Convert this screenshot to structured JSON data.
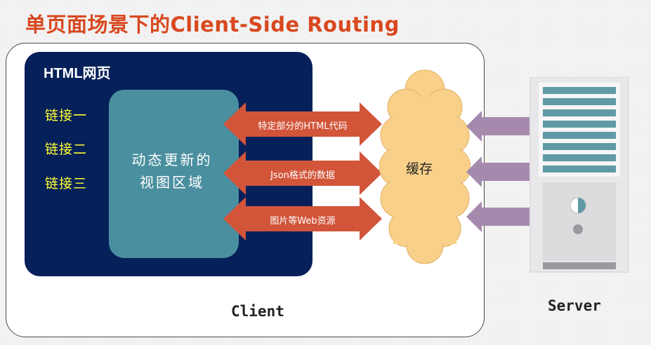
{
  "title": "单页面场景下的Client-Side Routing",
  "html_page": {
    "title": "HTML网页",
    "links": [
      "链接一",
      "链接二",
      "链接三"
    ],
    "dynamic_region": [
      "动态更新的",
      "视图区域"
    ]
  },
  "arrows": [
    {
      "label": "特定部分的HTML代码"
    },
    {
      "label": "Json格式的数据"
    },
    {
      "label": "图片等Web资源"
    }
  ],
  "cache": {
    "label": "缓存"
  },
  "client": {
    "label": "Client"
  },
  "server": {
    "label": "Server"
  },
  "colors": {
    "title": "#d9481f",
    "html_page_bg": "#06205a",
    "dynamic_region_bg": "#4a8f9f",
    "link_text": "#ffff33",
    "arrow_fill": "#d2553a",
    "cache_fill": "#f8d08a",
    "server_arrow_fill": "#a58aae",
    "server_stripe": "#5f9aa6"
  }
}
